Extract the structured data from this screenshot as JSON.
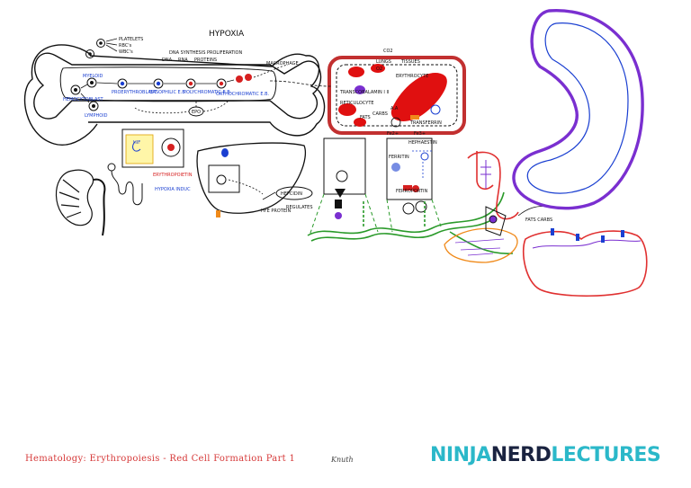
{
  "labels": {
    "platelets": "PLATELETS",
    "rbcs": "RBC's",
    "wbcs": "WBC's",
    "hypoxia": "HYPOXIA",
    "dna_synthesis": "DNA SYNTHESIS",
    "dna": "DNA",
    "rna": "RNA",
    "proteins": "PROTEINS",
    "proliferation": "PROLIFERATION",
    "hemocytoblast": "HEMOCYTOBLAST",
    "myeloid": "MYELOID",
    "lymphoid": "LYMPHOID",
    "proerythroblast": "PROERYTHROBLAST",
    "basophilic": "BASOPHILIC E.B.",
    "polychromatic": "POLYCHROMATIC E.B.",
    "orthochromatic": "ORTHOCHROMATIC E.B.",
    "macrophage": "MACROPHAGE",
    "epo": "EPO",
    "hif": "HIF",
    "erythropoietin": "ERYTHROPOIETIN",
    "hypoxia_inducible": "HYPOXIA INDUC",
    "hepcidin": "HEPCIDIN",
    "hfe_protein": "HFE PROTEIN",
    "regulates": "REGULATES",
    "co2": "CO2",
    "lungs": "LUNGS",
    "tissues": "TISSUES",
    "o2": "O2",
    "erythrocyte": "ERYTHROCYTE",
    "transcobalamin": "TRANSCOBALAMIN I II",
    "reticulocyte": "RETICULOCYTE",
    "fats": "FATS",
    "carbs": "CARBS",
    "aa": "A.A",
    "fe2": "Fe2+",
    "fe3": "Fe3+",
    "transferrin": "TRANSFERRIN",
    "hephaestin": "HEPHAESTIN",
    "ferritin": "FERRITIN",
    "ferroportin": "FERROPORTIN",
    "fats_carbs": "FATS CARBS"
  },
  "footer": {
    "title": "Hematology: Erythropoiesis - Red Cell Formation Part 1",
    "signature": "Knuth",
    "brand_word1": "NINJA",
    "brand_word2": "NERD",
    "brand_word3": "LECTURES"
  },
  "colors": {
    "ink": "#111111",
    "blue": "#1a3fd1",
    "red": "#d62020",
    "purple": "#7a2fd0",
    "green": "#2a9a2a",
    "orange": "#f08a1a",
    "brand_teal": "#2bb8c9",
    "brand_dark": "#1a2340"
  }
}
